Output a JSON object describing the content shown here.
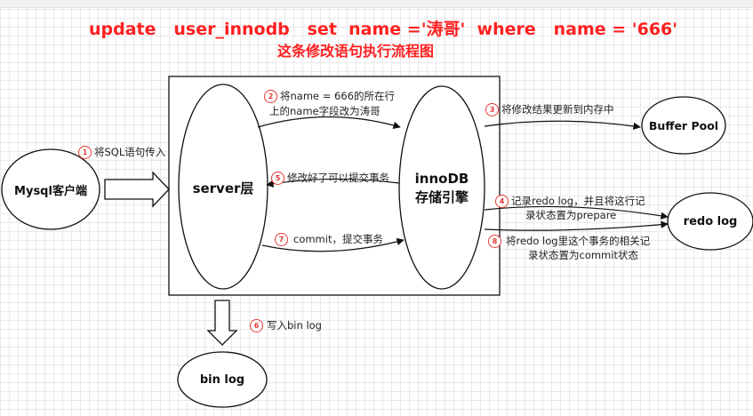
{
  "title": {
    "sql": "update   user_innodb   set  name ='涛哥'  where   name = '666'",
    "subtitle": "这条修改语句执行流程图"
  },
  "nodes": {
    "mysql_client": "Mysql客户端",
    "server": "server层",
    "innodb": "innoDB\n存储引擎",
    "buffer_pool": "Buffer  Pool",
    "redo_log": "redo  log",
    "bin_log": "bin  log"
  },
  "steps": [
    {
      "num": "1",
      "text": "将SQL语句传入"
    },
    {
      "num": "2",
      "text": "将name = 666的所在行",
      "text2": "上的name字段改为涛哥"
    },
    {
      "num": "3",
      "text": "将修改结果更新到内存中"
    },
    {
      "num": "4",
      "text": "记录redo  log，并且将这行记",
      "text2": "录状态置为prepare"
    },
    {
      "num": "5",
      "text": "修改好了可以提交事务"
    },
    {
      "num": "6",
      "text": "写入bin log"
    },
    {
      "num": "7",
      "text": "commit，提交事务"
    },
    {
      "num": "8",
      "text": "将redo  log里这个事务的相关记",
      "text2": "录状态置为commit状态"
    }
  ],
  "colors": {
    "title": "#ff2020",
    "badge": "#e53935",
    "line": "#111111"
  }
}
